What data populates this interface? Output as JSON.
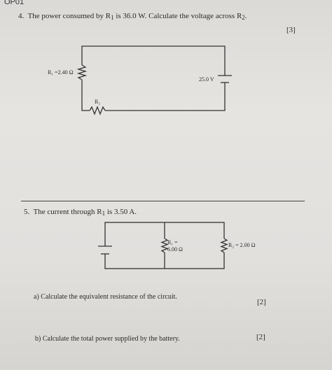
{
  "header": {
    "code": "OP01"
  },
  "q4": {
    "number": "4.",
    "text_a": "The power consumed by R",
    "sub1": "1",
    "text_b": " is 36.0 W.  Calculate the voltage across R",
    "sub2": "2",
    "text_c": ".",
    "marks": "[3]",
    "circuit": {
      "r1_label": "R₁ =2.40 Ω",
      "battery_label": "25.0 V",
      "r2_label": "R₂"
    }
  },
  "q5": {
    "number": "5.",
    "text_a": "The current through R",
    "sub1": "1",
    "text_b": " is 3.50 A.",
    "circuit": {
      "r1_label_line1": "R₁ =",
      "r1_label_line2": "6.00 Ω",
      "r2_label": "R₂ = 2.00 Ω"
    },
    "part_a": {
      "text": "a) Calculate the equivalent resistance of the circuit.",
      "marks": "[2]"
    },
    "part_b": {
      "text": "b) Calculate the total power supplied by the battery.",
      "marks": "[2]"
    }
  }
}
